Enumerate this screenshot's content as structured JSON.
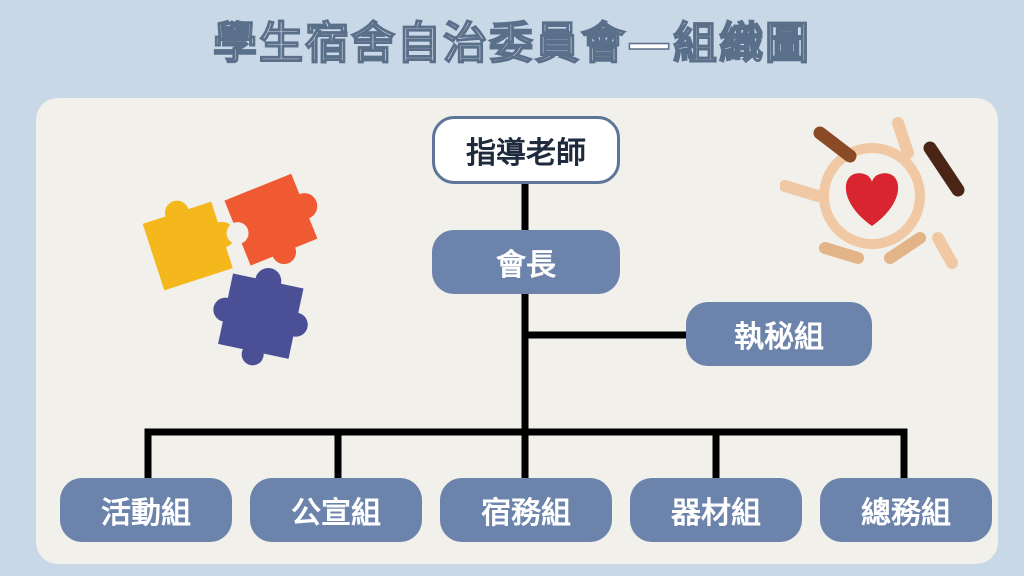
{
  "title": "學生宿舍自治委員會—組織圖",
  "nodes": {
    "advisor": "指導老師",
    "president": "會長",
    "secretariat": "執秘組",
    "activities": "活動組",
    "publicity": "公宣組",
    "dorm_affairs": "宿務組",
    "equipment": "器材組",
    "general_affairs": "總務組"
  },
  "icons": {
    "puzzle": "puzzle-pieces-icon",
    "hands_heart": "hands-heart-icon"
  },
  "colors": {
    "background": "#c9d8e6",
    "panel": "#f1f0eb",
    "node": "#6c84ab",
    "line": "#000000"
  }
}
